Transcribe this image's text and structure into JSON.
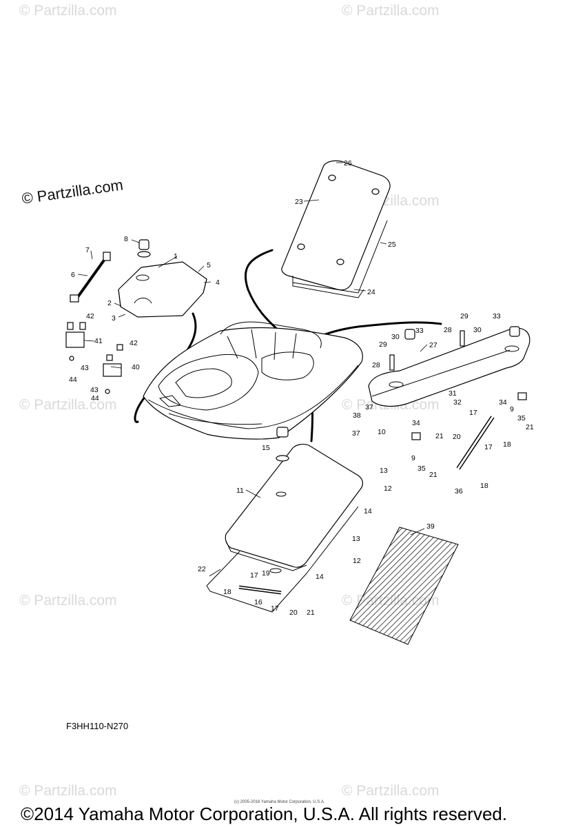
{
  "watermark": {
    "text": "© Partzilla.com",
    "main_text": "© Partzilla.com"
  },
  "diagram": {
    "code": "F3HH110-N270",
    "fine_print": "(c) 2005-2016 Yamaha Motor Corporation, U.S.A.",
    "copyright": "©2014 Yamaha Motor Corporation, U.S.A. All rights reserved.",
    "callouts": [
      "1",
      "2",
      "3",
      "4",
      "5",
      "6",
      "7",
      "8",
      "9",
      "9",
      "10",
      "11",
      "12",
      "12",
      "13",
      "13",
      "14",
      "14",
      "15",
      "16",
      "17",
      "17",
      "17",
      "17",
      "18",
      "18",
      "18",
      "19",
      "20",
      "20",
      "21",
      "21",
      "21",
      "21",
      "22",
      "23",
      "24",
      "25",
      "26",
      "27",
      "28",
      "28",
      "29",
      "29",
      "30",
      "30",
      "31",
      "32",
      "33",
      "33",
      "34",
      "34",
      "35",
      "35",
      "36",
      "37",
      "37",
      "38",
      "39",
      "40",
      "41",
      "42",
      "42",
      "43",
      "43",
      "44",
      "44"
    ]
  }
}
